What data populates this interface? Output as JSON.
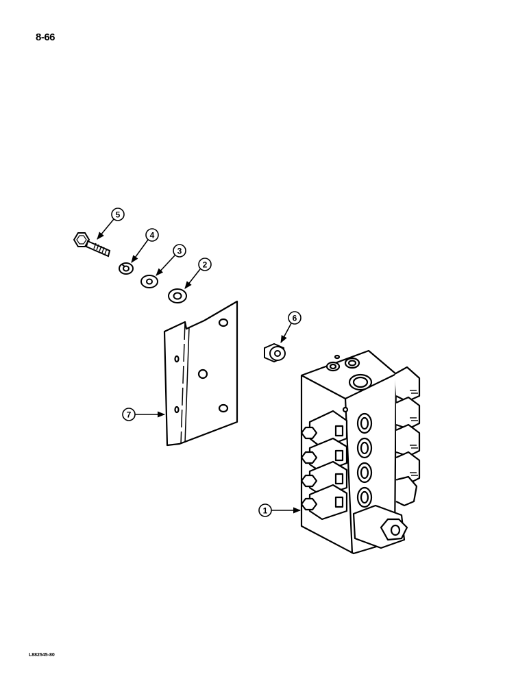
{
  "page": {
    "number": "8-66",
    "figure_code": "L882545-80"
  },
  "callouts": [
    {
      "label": "5",
      "part": "bolt"
    },
    {
      "label": "4",
      "part": "lock-washer"
    },
    {
      "label": "3",
      "part": "flat-washer"
    },
    {
      "label": "2",
      "part": "washer"
    },
    {
      "label": "6",
      "part": "plug"
    },
    {
      "label": "7",
      "part": "mounting-bracket"
    },
    {
      "label": "1",
      "part": "valve-block"
    }
  ]
}
